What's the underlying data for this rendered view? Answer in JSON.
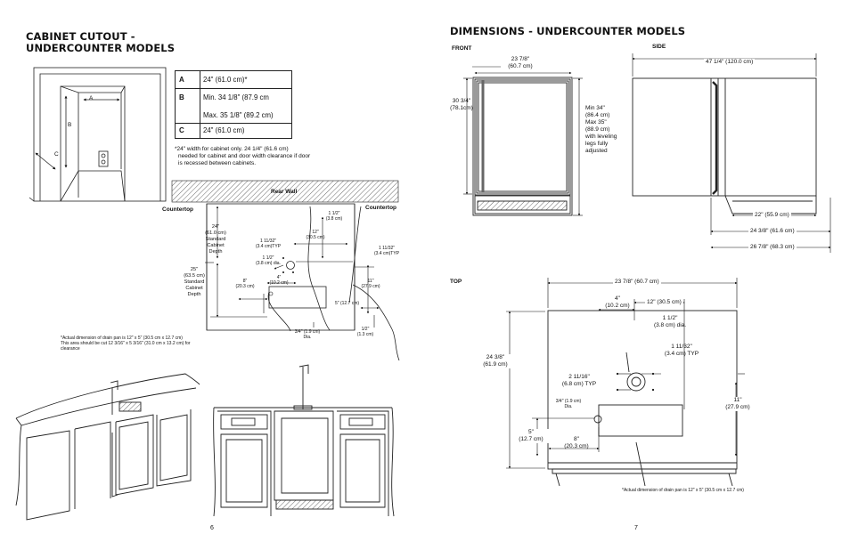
{
  "left": {
    "title_line1": "CABINET CUTOUT -",
    "title_line2": "UNDERCOUNTER MODELS",
    "spec": {
      "a_key": "A",
      "a_val": "24\" (61.0 cm)*",
      "b_key": "B",
      "b_val1": "Min. 34 1/8\" (87.9 cm",
      "b_val2": "Max. 35 1/8\" (89.2 cm)",
      "c_key": "C",
      "c_val": "24\" (61.0 cm)"
    },
    "footnote_lines": [
      "*24\" width for cabinet only.  24 1/4\" (61.6 cm)",
      "needed for cabinet and door width clearance if door",
      "is recessed between cabinets."
    ],
    "cut_labels": {
      "a": "A",
      "b": "B",
      "c": "C"
    },
    "rear_wall": "Rear Wall",
    "countertop_left": "Countertop",
    "countertop_right": "Countertop",
    "dim_24": [
      "24\"",
      "(61.0 cm)",
      "Standard",
      "Cabinet",
      "Depth"
    ],
    "dim_25": [
      "25\"",
      "(63.5 cm)",
      "Standard",
      "Cabinet",
      "Depth"
    ],
    "dim_1_11_32_left": [
      "1 11/32\"",
      "(3.4 cm)TYP"
    ],
    "dim_1_half_left": [
      "1 1/2\"",
      "(3.8 cm) dia."
    ],
    "dim_8": [
      "8\"",
      "(20.3 cm)"
    ],
    "dim_4": [
      "4\"",
      "(10.2 cm)"
    ],
    "dim_12": [
      "12\"",
      "(30.5 cm)"
    ],
    "dim_1_half_top": [
      "1 1/2\"",
      "(3.8 cm)"
    ],
    "dim_1_11_32_right": [
      "1 11/32\"",
      "(3.4 cm)TYP"
    ],
    "dim_11": [
      "11\"",
      "(27.9 cm)"
    ],
    "dim_5": "5\" (12.7 cm)",
    "dim_half": [
      "1/2\"",
      "(1.3 cm)"
    ],
    "dim_3_4": [
      "3/4\" (1.9 cm)",
      "Dia."
    ],
    "note_lines": [
      "*Actual dimension of drain pan is 12\" x 5\" (30.5 cm x 12.7 cm)",
      "This area should be cut 12 3/16\" x 5 3/16\"  (31.0 cm x 13.2 cm) for",
      "clearance"
    ],
    "page_number": "6"
  },
  "right": {
    "title": "DIMENSIONS - UNDERCOUNTER MODELS",
    "front_label": "FRONT",
    "side_label": "SIDE",
    "top_label": "TOP",
    "front_width": [
      "23 7/8\"",
      "(60.7 cm)"
    ],
    "front_height": [
      "30 3/4\"",
      "(78.1cm)"
    ],
    "front_minmax": [
      "Min 34\"",
      "(86.4 cm)",
      "Max 35\"",
      "(88.9 cm)",
      "with leveling",
      "legs fully",
      "adjusted"
    ],
    "side_total": "47 1/4\" (120.0 cm)",
    "side_22": "22\" (55.9 cm)",
    "side_24": "24 3/8\" (61.6 cm)",
    "side_26": "26 7/8\" (68.3 cm)",
    "top_width": "23 7/8\" (60.7 cm)",
    "top_4": [
      "4\"",
      "(10.2 cm)"
    ],
    "top_12": "12\" (30.5 cm)",
    "top_depth": [
      "24 3/8\"",
      "(61.9 cm)"
    ],
    "top_1_half": [
      "1 1/2\"",
      "(3.8 cm) dia."
    ],
    "top_1_11_32": [
      "1 11/32\"",
      "(3.4 cm) TYP"
    ],
    "top_2_11_16": [
      "2 11/16\"",
      "(6.8 cm) TYP"
    ],
    "top_3_4": [
      "3/4\" (1.9 cm)",
      "Dia."
    ],
    "top_11": [
      "11\"",
      "(27.9 cm)"
    ],
    "top_5": [
      "5\"",
      "(12.7 cm)"
    ],
    "top_8": [
      "8\"",
      "(20.3 cm)"
    ],
    "note": "*Actual dimension of drain pan is 12\" x 5\" (30.5 cm x 12.7 cm)",
    "page_number": "7"
  }
}
